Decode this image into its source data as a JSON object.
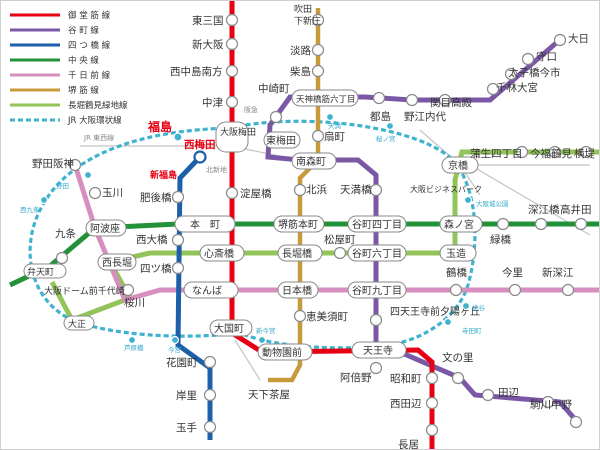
{
  "colors": {
    "midosuji": "#e60012",
    "tanimachi": "#7b58a6",
    "yotsubashi": "#1d5fa8",
    "chuo": "#22913a",
    "sennichimae": "#d68fbe",
    "sakaisuji": "#c79a3c",
    "nagahori": "#92c45a",
    "loop": "#3fb2cf",
    "other": "#bdbdbd"
  },
  "legend": [
    {
      "label": "御 堂 筋 線",
      "color_key": "midosuji",
      "dashed": false
    },
    {
      "label": "谷 町 線",
      "color_key": "tanimachi",
      "dashed": false
    },
    {
      "label": "四 つ 橋 線",
      "color_key": "yotsubashi",
      "dashed": false
    },
    {
      "label": "中 央 線",
      "color_key": "chuo",
      "dashed": false
    },
    {
      "label": "千 日 前 線",
      "color_key": "sennichimae",
      "dashed": false
    },
    {
      "label": "堺 筋 線",
      "color_key": "sakaisuji",
      "dashed": false
    },
    {
      "label": "長堀鶴見緑地線",
      "color_key": "nagahori",
      "dashed": false
    },
    {
      "label": "JR 大阪環状線",
      "color_key": "loop",
      "dashed": true
    }
  ],
  "stations": [
    {
      "label": "東三国"
    },
    {
      "label": "新大阪"
    },
    {
      "label": "西中島南方"
    },
    {
      "label": "中津"
    },
    {
      "label": "淀屋橋"
    },
    {
      "label": "本　町"
    },
    {
      "label": "心斎橋"
    },
    {
      "label": "なんば"
    },
    {
      "label": "動物園前"
    },
    {
      "label": "天王寺"
    },
    {
      "label": "昭和町"
    },
    {
      "label": "西田辺"
    },
    {
      "label": "長居"
    },
    {
      "label": "大日"
    },
    {
      "label": "守口"
    },
    {
      "label": "太子橋今市"
    },
    {
      "label": "千林大宮"
    },
    {
      "label": "関目高殿"
    },
    {
      "label": "野江内代"
    },
    {
      "label": "都島"
    },
    {
      "label": "天神橋筋六丁目"
    },
    {
      "label": "中崎町"
    },
    {
      "label": "東梅田"
    },
    {
      "label": "南森町"
    },
    {
      "label": "天満橋"
    },
    {
      "label": "谷町四丁目"
    },
    {
      "label": "谷町六丁目"
    },
    {
      "label": "谷町九丁目"
    },
    {
      "label": "四天王寺前夕陽ヶ丘"
    },
    {
      "label": "阿倍野"
    },
    {
      "label": "文の里"
    },
    {
      "label": "田辺"
    },
    {
      "label": "駒川中野"
    },
    {
      "label": "西梅田"
    },
    {
      "label": "肥後橋"
    },
    {
      "label": "四ツ橋"
    },
    {
      "label": "花園町"
    },
    {
      "label": "岸里"
    },
    {
      "label": "玉手"
    },
    {
      "label": "大国町"
    },
    {
      "label": "九条"
    },
    {
      "label": "阿波座"
    },
    {
      "label": "西大橋"
    },
    {
      "label": "堺筋本町"
    },
    {
      "label": "森ノ宮"
    },
    {
      "label": "緑橋"
    },
    {
      "label": "深江橋"
    },
    {
      "label": "高井田"
    },
    {
      "label": "野田阪神"
    },
    {
      "label": "玉川"
    },
    {
      "label": "西長堀"
    },
    {
      "label": "桜川"
    },
    {
      "label": "日本橋"
    },
    {
      "label": "鶴橋"
    },
    {
      "label": "今里"
    },
    {
      "label": "新深江"
    },
    {
      "label": "扇町"
    },
    {
      "label": "北浜"
    },
    {
      "label": "長堀橋"
    },
    {
      "label": "恵美須町"
    },
    {
      "label": "天下茶屋"
    },
    {
      "label": "吹田"
    },
    {
      "label": "下新庄"
    },
    {
      "label": "淡路"
    },
    {
      "label": "柴島"
    },
    {
      "label": "京橋"
    },
    {
      "label": "大阪ビジネスパーク"
    },
    {
      "label": "玉造"
    },
    {
      "label": "蒲生四丁目"
    },
    {
      "label": "今福鶴見"
    },
    {
      "label": "横堤"
    },
    {
      "label": "松屋町"
    },
    {
      "label": "大阪ドーム前千代崎"
    },
    {
      "label": "大正"
    },
    {
      "label": "弁天町"
    },
    {
      "label": "大阪梅田"
    },
    {
      "label": "北新地"
    },
    {
      "label": "新福島"
    },
    {
      "label": "福島"
    },
    {
      "label": "野田"
    },
    {
      "label": "西九条"
    },
    {
      "label": "芦原橋"
    },
    {
      "label": "今宮"
    },
    {
      "label": "新今宮"
    },
    {
      "label": "寺田町"
    },
    {
      "label": "桃谷"
    },
    {
      "label": "天満"
    },
    {
      "label": "桜ノ宮"
    },
    {
      "label": "大阪城公園"
    },
    {
      "label": "JR 東西線"
    },
    {
      "label": "阪急"
    }
  ]
}
